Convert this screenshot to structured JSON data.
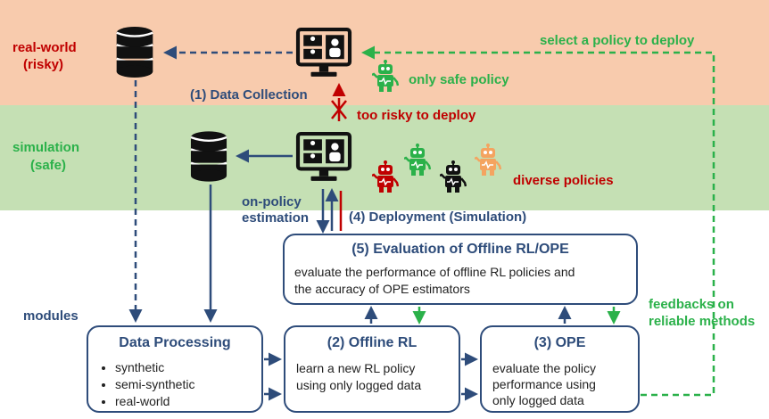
{
  "zones": {
    "real_world": {
      "label": "real-world",
      "sub": "(risky)",
      "color": "#c00000"
    },
    "simulation": {
      "label": "simulation",
      "sub": "(safe)",
      "color": "#2bb14a"
    },
    "modules": "modules"
  },
  "labels": {
    "data_collection": "(1) Data Collection",
    "too_risky": "too risky to deploy",
    "only_safe": "only safe policy",
    "select_policy": "select a policy to deploy",
    "diverse_policies": "diverse policies",
    "on_policy_1": "on-policy",
    "on_policy_2": "estimation",
    "deployment": "(4) Deployment (Simulation)",
    "feedbacks_1": "feedbacks on",
    "feedbacks_2": "reliable methods"
  },
  "boxes": {
    "evaluation": {
      "title": "(5) Evaluation of Offline RL/OPE",
      "line1": "evaluate the performance of offline RL policies and",
      "line2": "the accuracy of OPE estimators"
    },
    "data_processing": {
      "title": "Data Processing",
      "items": [
        "synthetic",
        "semi-synthetic",
        "real-world"
      ]
    },
    "offline_rl": {
      "title": "(2) Offline RL",
      "line1": "learn a new RL policy",
      "line2": "using only logged data"
    },
    "ope": {
      "title": "(3) OPE",
      "line1": "evaluate the policy",
      "line2": "performance using",
      "line3": "only logged data"
    }
  },
  "colors": {
    "navy": "#2e4c7a",
    "green": "#2bb14a",
    "red": "#c00000",
    "orange": "#f4a460",
    "band_real": "#f8cbad",
    "band_sim": "#c5e0b4"
  },
  "icons": [
    "database-icon",
    "monitor-users-icon",
    "robot-icon"
  ]
}
